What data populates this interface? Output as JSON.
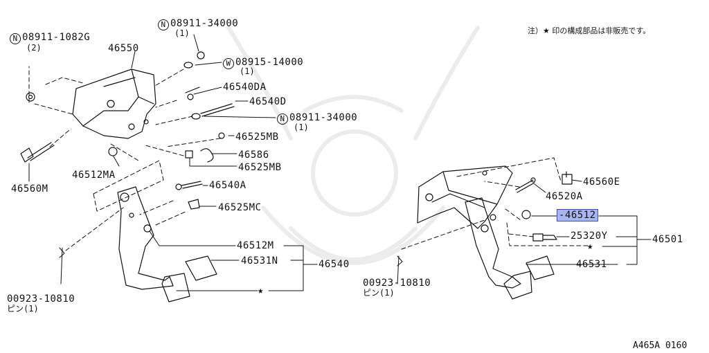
{
  "note": "注）★ 印の構成部品は非販売です。",
  "diagram_code": "A465A 0160",
  "labels": {
    "p_08911_1082G": "08911-1082G",
    "q_2": "(2)",
    "p_46550": "46550",
    "p_08911_34000_a": "08911-34000",
    "q_1a": "(1)",
    "p_08915_14000": "08915-14000",
    "q_1b": "(1)",
    "p_46540DA": "46540DA",
    "p_46540D": "46540D",
    "p_08911_34000_b": "08911-34000",
    "q_1c": "(1)",
    "p_46525MB_a": "46525MB",
    "p_46586": "46586",
    "p_46525MB_b": "46525MB",
    "p_46512MA": "46512MA",
    "p_46560M": "46560M",
    "p_46540A": "46540A",
    "p_46525MC": "46525MC",
    "p_46512M": "46512M",
    "p_46531N": "46531N",
    "p_46540": "46540",
    "p_00923_10810_a": "00923-10810",
    "pin_a": "ピン(1)",
    "p_46560E": "46560E",
    "p_46520A": "46520A",
    "p_46512": "46512",
    "p_25320Y": "25320Y",
    "p_46501": "46501",
    "p_46531": "46531",
    "p_00923_10810_b": "00923-10810",
    "pin_b": "ピン(1)",
    "star": "★",
    "n": "N",
    "w": "W"
  }
}
